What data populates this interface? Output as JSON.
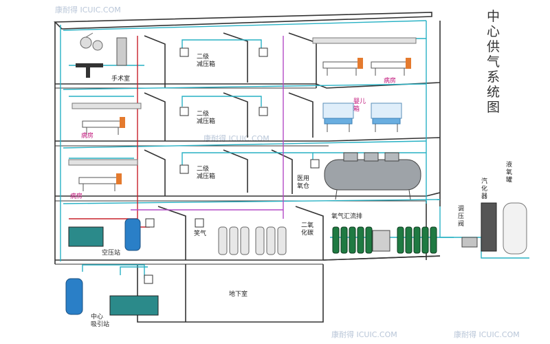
{
  "title": "中心供气系统图",
  "watermarks": [
    "康耐得 ICUIC.COM",
    "康耐得 ICUIC.COM",
    "康耐得 ICUIC.COM",
    "康耐得 ICUIC.COM"
  ],
  "rooms": {
    "surgery": "手术室",
    "ward_top": "病房",
    "ward_mid": "病房",
    "ward_low": "病房",
    "infant": "婴儿\n箱",
    "hyperbaric": "医用\n氧仓",
    "basement": "地下室"
  },
  "boxes": {
    "reducer_1": "二级\n减压箱",
    "reducer_2": "二级\n减压箱",
    "reducer_3": "二级\n减压箱"
  },
  "equipment": {
    "air_station": "空压站",
    "suction": "中心\n吸引站",
    "nitrogen": "笑气",
    "co2": "二氧\n化碳",
    "oxygen_manifold": "氧气汇流排",
    "regulator": "调\n压\n阀",
    "vaporizer": "汽\n化\n器",
    "liquid_tank": "液\n氧\n罐"
  },
  "colors": {
    "wall": "#333333",
    "pipe_oxygen": "#27b1c4",
    "pipe_air": "#c8202a",
    "pipe_vac": "#b34ac6",
    "pipe_n2o": "#7d7d7d",
    "cylinder_green": "#1f7a42",
    "tank_blue": "#2a7fc7"
  }
}
